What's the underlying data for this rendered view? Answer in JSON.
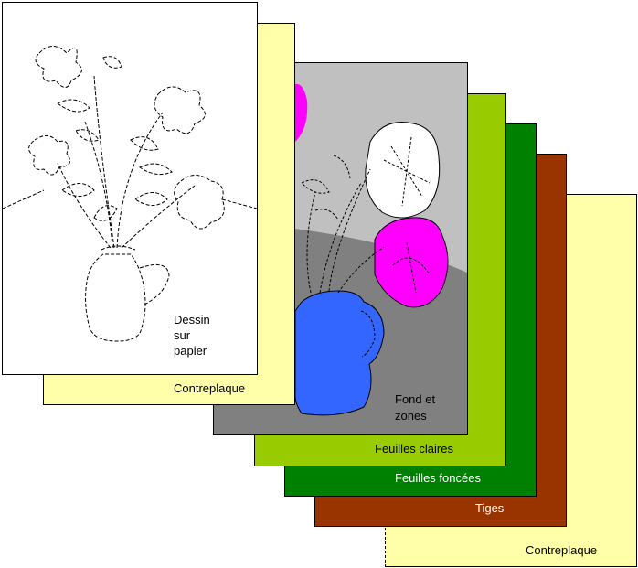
{
  "layers": {
    "ply_back": {
      "label": "Contreplaque",
      "color": "#FFFFAA"
    },
    "stems": {
      "label": "Tiges",
      "color": "#993300"
    },
    "dark_leaves": {
      "label": "Feuilles foncées",
      "color": "#008000"
    },
    "light_leaves": {
      "label": "Feuilles claires",
      "color": "#99CC00"
    },
    "background": {
      "label_line1": "Fond et",
      "label_line2": "zones",
      "color": "#808080",
      "light_color": "#C0C0C0"
    },
    "ply_front": {
      "label": "Contreplaque",
      "color": "#FFFFAA"
    },
    "drawing": {
      "label_line1": "Dessin",
      "label_line2": "sur",
      "label_line3": "papier",
      "color": "#FFFFFF"
    }
  },
  "zone_colors": {
    "magenta": "#FF00FF",
    "blue": "#3366FF",
    "white": "#FFFFFF"
  }
}
